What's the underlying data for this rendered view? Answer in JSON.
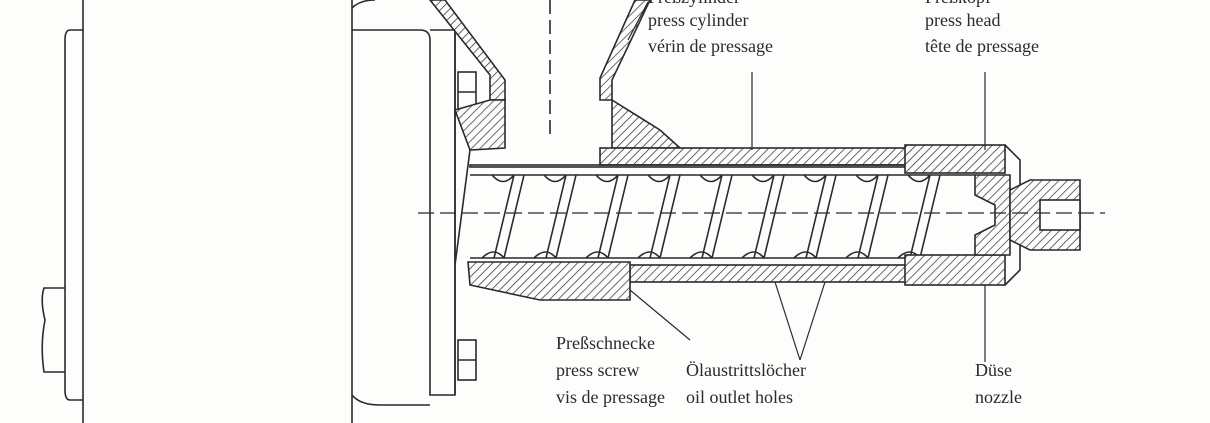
{
  "labels": {
    "cylinder": {
      "de": "Preßzylinder",
      "en": "press cylinder",
      "fr": "vérin de pressage"
    },
    "head": {
      "de": "Preßkopf",
      "en": "press head",
      "fr": "tête de pressage"
    },
    "screw": {
      "de": "Preßschnecke",
      "en": "press screw",
      "fr": "vis de pressage"
    },
    "holes": {
      "de": "Ölaustrittslöcher",
      "en": "oil outlet holes"
    },
    "nozzle": {
      "de": "Düse",
      "en": "nozzle"
    }
  },
  "colors": {
    "ink": "#2a2a2a",
    "paper": "#fdfdfc"
  }
}
